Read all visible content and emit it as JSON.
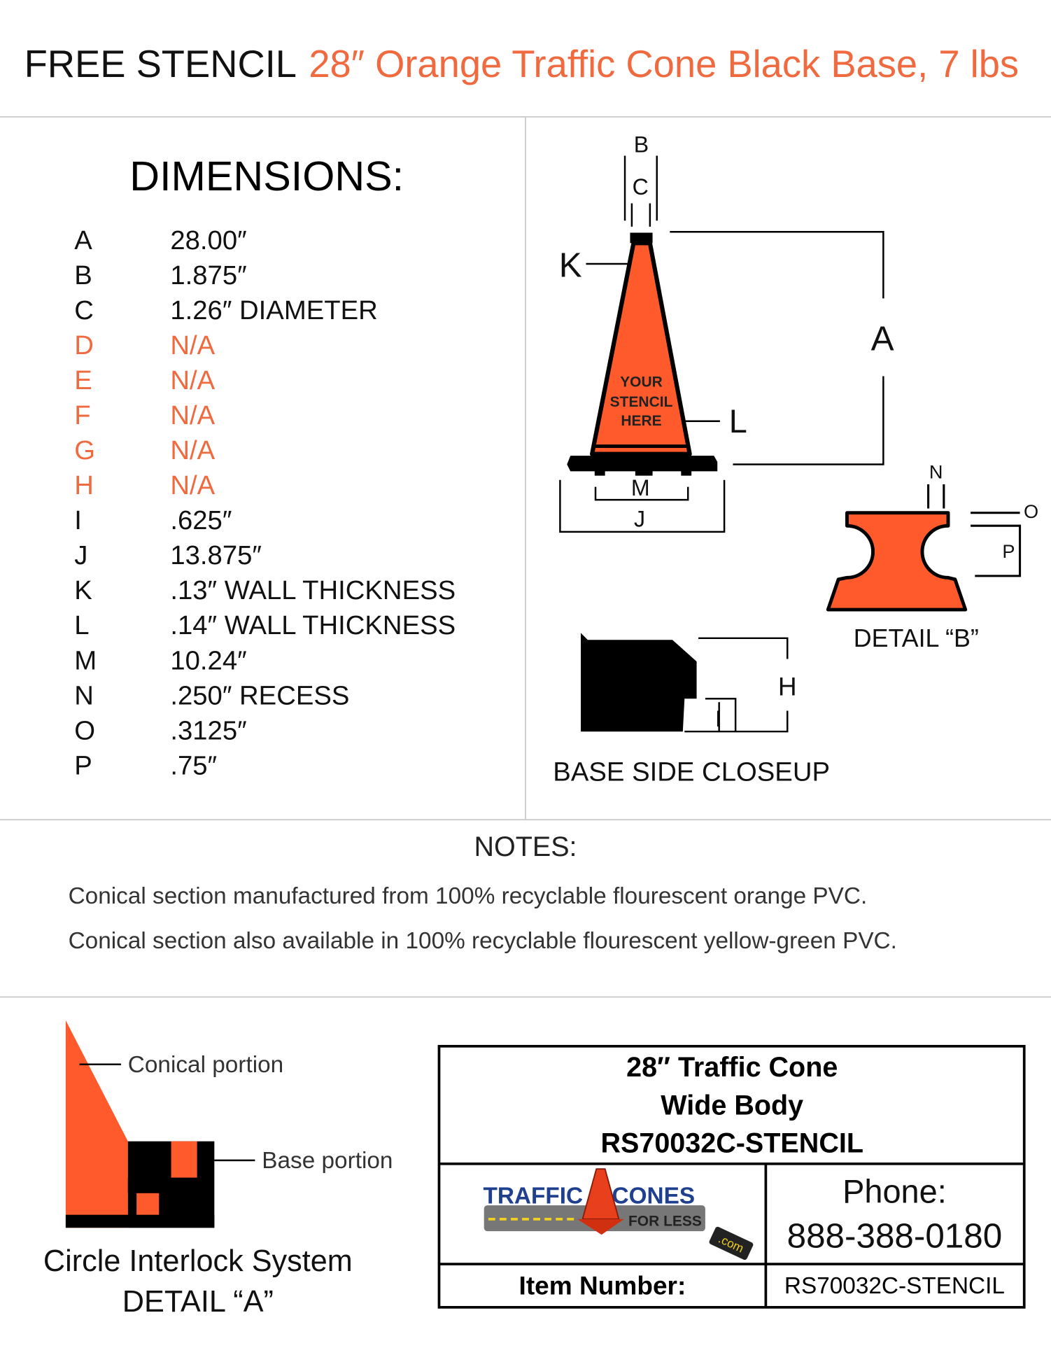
{
  "header": {
    "prefix": "FREE STENCIL",
    "title": "28″ Orange Traffic Cone Black Base, 7 lbs"
  },
  "dimensions": {
    "heading": "DIMENSIONS:",
    "rows": [
      {
        "key": "A",
        "value": "28.00″",
        "na": false
      },
      {
        "key": "B",
        "value": "1.875″",
        "na": false
      },
      {
        "key": "C",
        "value": "1.26″ DIAMETER",
        "na": false
      },
      {
        "key": "D",
        "value": "N/A",
        "na": true
      },
      {
        "key": "E",
        "value": "N/A",
        "na": true
      },
      {
        "key": "F",
        "value": "N/A",
        "na": true
      },
      {
        "key": "G",
        "value": "N/A",
        "na": true
      },
      {
        "key": "H",
        "value": "N/A",
        "na": true
      },
      {
        "key": "I",
        "value": ".625″",
        "na": false
      },
      {
        "key": "J",
        "value": "13.875″",
        "na": false
      },
      {
        "key": "K",
        "value": ".13″ WALL THICKNESS",
        "na": false
      },
      {
        "key": "L",
        "value": ".14″ WALL THICKNESS",
        "na": false
      },
      {
        "key": "M",
        "value": "10.24″",
        "na": false
      },
      {
        "key": "N",
        "value": ".250″ RECESS",
        "na": false
      },
      {
        "key": "O",
        "value": ".3125″",
        "na": false
      },
      {
        "key": "P",
        "value": ".75″",
        "na": false
      }
    ]
  },
  "diagram": {
    "labels": {
      "A": "A",
      "B": "B",
      "C": "C",
      "H": "H",
      "I": "I",
      "J": "J",
      "K": "K",
      "L": "L",
      "M": "M",
      "N": "N",
      "O": "O",
      "P": "P"
    },
    "stencil_lines": [
      "YOUR",
      "STENCIL",
      "HERE"
    ],
    "detail_b": "DETAIL “B”",
    "base_closeup": "BASE SIDE CLOSEUP"
  },
  "notes": {
    "heading": "NOTES:",
    "lines": [
      "Conical section manufactured from 100% recyclable flourescent orange PVC.",
      "Conical section also available in 100% recyclable flourescent yellow-green PVC."
    ]
  },
  "detail_a": {
    "conical": "Conical portion",
    "base": "Base portion",
    "title1": "Circle Interlock System",
    "title2": "DETAIL “A”"
  },
  "info_box": {
    "line1": "28″ Traffic Cone",
    "line2": "Wide Body",
    "line3": "RS70032C-STENCIL",
    "logo": {
      "word1": "TRAFFIC",
      "word2": "CONES",
      "tagline": "FOR LESS",
      "tld": ".com"
    },
    "phone_label": "Phone:",
    "phone": "888-388-0180",
    "item_label": "Item Number:",
    "item_value": "RS70032C-STENCIL"
  },
  "colors": {
    "orange": "#ff5a2b",
    "accent_text": "#f06a40",
    "black": "#000000",
    "logo_blue": "#1f3f8f"
  }
}
